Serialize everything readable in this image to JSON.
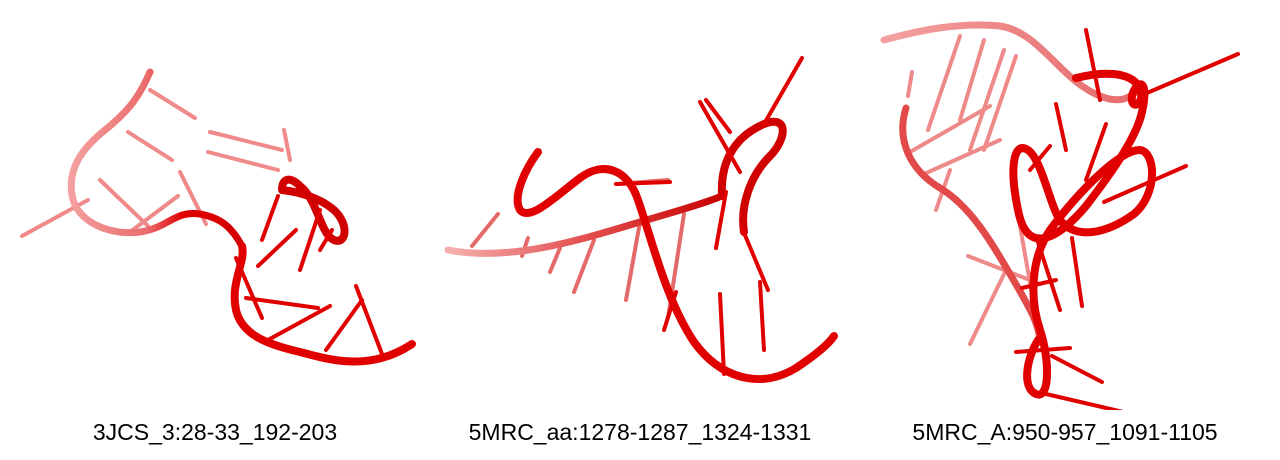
{
  "colors": {
    "strand": "#e00000",
    "strand_dark": "#b30000",
    "strand_faded": "#f08a8a"
  },
  "panels": [
    {
      "caption": "3JCS_3:28-33_192-203"
    },
    {
      "caption": "5MRC_aa:1278-1287_1324-1331"
    },
    {
      "caption": "5MRC_A:950-957_1091-1105"
    }
  ]
}
